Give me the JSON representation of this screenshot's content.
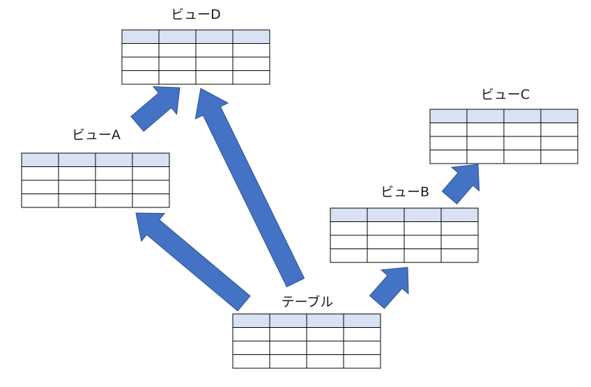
{
  "tables": [
    {
      "id": "table-d",
      "label": "ビューD",
      "rows": 4,
      "cols": 4
    },
    {
      "id": "table-a",
      "label": "ビューA",
      "rows": 4,
      "cols": 4
    },
    {
      "id": "table-c",
      "label": "ビューC",
      "rows": 4,
      "cols": 4
    },
    {
      "id": "table-b",
      "label": "ビューB",
      "rows": 4,
      "cols": 4
    },
    {
      "id": "table-base",
      "label": "テーブル",
      "rows": 4,
      "cols": 4
    }
  ],
  "colors": {
    "header_fill": "#d9e2f3",
    "cell_fill": "#ffffff",
    "grid_line": "#000000",
    "arrow_fill": "#4472c4",
    "arrow_stroke": "#2f528f"
  },
  "arrows": [
    {
      "name": "arrow-a-to-d",
      "from": "ビューA",
      "to": "ビューD"
    },
    {
      "name": "arrow-base-to-d",
      "from": "テーブル",
      "to": "ビューD"
    },
    {
      "name": "arrow-base-to-a",
      "from": "テーブル",
      "to": "ビューA"
    },
    {
      "name": "arrow-base-to-b",
      "from": "テーブル",
      "to": "ビューB"
    },
    {
      "name": "arrow-b-to-c",
      "from": "ビューB",
      "to": "ビューC"
    }
  ]
}
